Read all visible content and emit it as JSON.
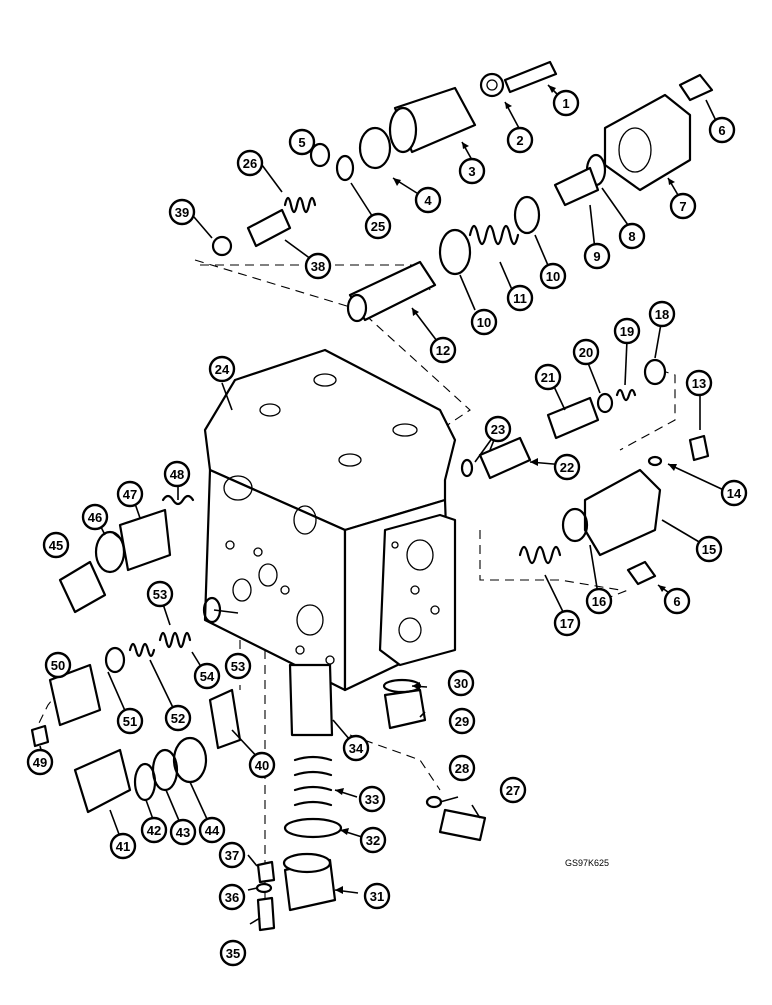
{
  "drawing_code": "GS97K625",
  "callouts": [
    {
      "id": "c1",
      "label": "1"
    },
    {
      "id": "c2",
      "label": "2"
    },
    {
      "id": "c3",
      "label": "3"
    },
    {
      "id": "c4",
      "label": "4"
    },
    {
      "id": "c5",
      "label": "5"
    },
    {
      "id": "c6a",
      "label": "6"
    },
    {
      "id": "c7",
      "label": "7"
    },
    {
      "id": "c8",
      "label": "8"
    },
    {
      "id": "c9",
      "label": "9"
    },
    {
      "id": "c10a",
      "label": "10"
    },
    {
      "id": "c10b",
      "label": "10"
    },
    {
      "id": "c11",
      "label": "11"
    },
    {
      "id": "c12",
      "label": "12"
    },
    {
      "id": "c13",
      "label": "13"
    },
    {
      "id": "c14",
      "label": "14"
    },
    {
      "id": "c15",
      "label": "15"
    },
    {
      "id": "c16",
      "label": "16"
    },
    {
      "id": "c6b",
      "label": "6"
    },
    {
      "id": "c17",
      "label": "17"
    },
    {
      "id": "c18",
      "label": "18"
    },
    {
      "id": "c19",
      "label": "19"
    },
    {
      "id": "c20",
      "label": "20"
    },
    {
      "id": "c21",
      "label": "21"
    },
    {
      "id": "c22",
      "label": "22"
    },
    {
      "id": "c23",
      "label": "23"
    },
    {
      "id": "c24",
      "label": "24"
    },
    {
      "id": "c25",
      "label": "25"
    },
    {
      "id": "c26",
      "label": "26"
    },
    {
      "id": "c27",
      "label": "27"
    },
    {
      "id": "c28",
      "label": "28"
    },
    {
      "id": "c29",
      "label": "29"
    },
    {
      "id": "c30",
      "label": "30"
    },
    {
      "id": "c31",
      "label": "31"
    },
    {
      "id": "c32",
      "label": "32"
    },
    {
      "id": "c33",
      "label": "33"
    },
    {
      "id": "c34",
      "label": "34"
    },
    {
      "id": "c35",
      "label": "35"
    },
    {
      "id": "c36",
      "label": "36"
    },
    {
      "id": "c37",
      "label": "37"
    },
    {
      "id": "c38",
      "label": "38"
    },
    {
      "id": "c39",
      "label": "39"
    },
    {
      "id": "c40",
      "label": "40"
    },
    {
      "id": "c41",
      "label": "41"
    },
    {
      "id": "c42",
      "label": "42"
    },
    {
      "id": "c43",
      "label": "43"
    },
    {
      "id": "c44",
      "label": "44"
    },
    {
      "id": "c45",
      "label": "45"
    },
    {
      "id": "c46",
      "label": "46"
    },
    {
      "id": "c47",
      "label": "47"
    },
    {
      "id": "c48",
      "label": "48"
    },
    {
      "id": "c49",
      "label": "49"
    },
    {
      "id": "c50",
      "label": "50"
    },
    {
      "id": "c51",
      "label": "51"
    },
    {
      "id": "c52",
      "label": "52"
    },
    {
      "id": "c53a",
      "label": "53"
    },
    {
      "id": "c53b",
      "label": "53"
    },
    {
      "id": "c54",
      "label": "54"
    }
  ]
}
